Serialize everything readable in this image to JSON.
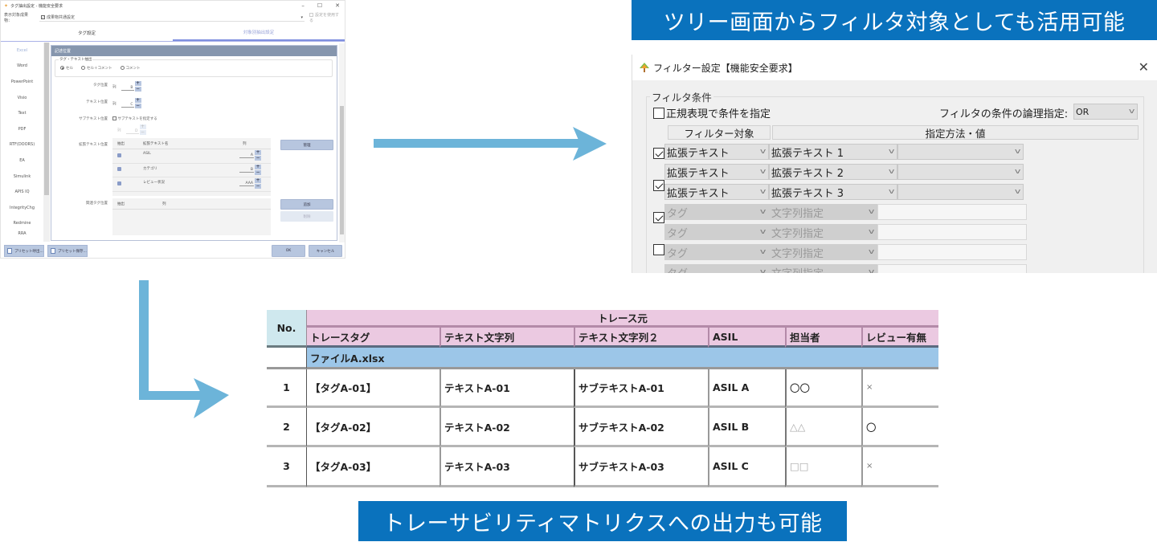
{
  "tag_settings_window": {
    "title": "タグ抽出設定 - 機能安全要求",
    "window_controls": {
      "minimize": "–",
      "maximize": "☐",
      "close": "✕"
    },
    "target_label": "表示対象成果物：",
    "target_value": "成果物共通設定",
    "use_setting_label": "設定を使用する",
    "tabs": [
      {
        "label": "タグ設定",
        "active": true
      },
      {
        "label": "対象別抽出設定",
        "active": false
      }
    ],
    "sidebar": {
      "items": [
        "Excel",
        "Word",
        "PowerPoint",
        "Visio",
        "Text",
        "PDF",
        "RTF(DOORS)",
        "EA",
        "Simulink",
        "APIS IQ",
        "IntegrityChg",
        "Redmine",
        "RRA"
      ],
      "active": "Excel"
    },
    "panel": {
      "header": "記述位置",
      "extract_group_label": "タグ・テキスト抽出",
      "radios": [
        {
          "label": "セル",
          "selected": true
        },
        {
          "label": "セル＋コメント",
          "selected": false
        },
        {
          "label": "コメント",
          "selected": false
        }
      ],
      "tag_position": {
        "label": "タグ位置",
        "col_label": "列",
        "value": "B"
      },
      "text_position": {
        "label": "テキスト位置",
        "col_label": "列",
        "value": "C"
      },
      "subtext_position": {
        "label": "サブテキスト位置",
        "checkbox_label": "サブテキストを指定する",
        "checked": false,
        "col_label": "列",
        "value": "D"
      },
      "ext_text": {
        "label": "拡張テキスト位置",
        "headers": [
          "抽出",
          "拡張テキスト名",
          "列"
        ],
        "rows": [
          {
            "checked": true,
            "name": "ASIL",
            "col": "A"
          },
          {
            "checked": true,
            "name": "カテゴリ",
            "col": "B"
          },
          {
            "checked": true,
            "name": "レビュー状況",
            "col": "AAA"
          }
        ],
        "manage_button": "管理"
      },
      "related_tag": {
        "label": "関連タグ位置",
        "headers": [
          "抽出",
          "列"
        ],
        "add_button": "追加",
        "delete_button": "削除"
      }
    },
    "footer": {
      "preset_load": "プリセット呼出...",
      "preset_save": "プリセット保存...",
      "ok": "OK",
      "cancel": "キャンセル"
    }
  },
  "banner_top": "ツリー画面からフィルタ対象としても活用可能",
  "filter_dialog": {
    "title": "フィルター設定【機能安全要求】",
    "close": "✕",
    "group_label": "フィルタ条件",
    "regex_label": "正規表現で条件を指定",
    "regex_checked": false,
    "logic_label": "フィルタの条件の論理指定:",
    "logic_value": "OR",
    "col_headers": [
      "フィルター対象",
      "指定方法・値"
    ],
    "rows": [
      {
        "checked": true,
        "target": "拡張テキスト",
        "method": "拡張テキスト 1",
        "value": "",
        "enabled": true
      },
      {
        "checked": true,
        "target": "拡張テキスト",
        "method": "拡張テキスト 2",
        "value": "",
        "enabled": true
      },
      {
        "checked": true,
        "target": "拡張テキスト",
        "method": "拡張テキスト 3",
        "value": "",
        "enabled": true
      },
      {
        "checked": false,
        "target": "タグ",
        "method": "文字列指定",
        "value": "",
        "enabled": false
      },
      {
        "checked": false,
        "target": "タグ",
        "method": "文字列指定",
        "value": "",
        "enabled": false
      },
      {
        "checked": false,
        "target": "タグ",
        "method": "文字列指定",
        "value": "",
        "enabled": false
      },
      {
        "checked": false,
        "target": "タグ",
        "method": "文字列指定",
        "value": "",
        "enabled": false
      }
    ]
  },
  "matrix": {
    "no_header": "No.",
    "group_header": "トレース元",
    "columns": [
      "トレースタグ",
      "テキスト文字列",
      "テキスト文字列２",
      "ASIL",
      "担当者",
      "レビュー有無"
    ],
    "file_row": "ファイルA.xlsx",
    "rows": [
      {
        "no": "1",
        "cells": [
          "【タグA-01】",
          "テキストA-01",
          "サブテキストA-01",
          "ASIL A",
          "〇〇",
          "×"
        ]
      },
      {
        "no": "2",
        "cells": [
          "【タグA-02】",
          "テキストA-02",
          "サブテキストA-02",
          "ASIL B",
          "△△",
          "〇"
        ]
      },
      {
        "no": "3",
        "cells": [
          "【タグA-03】",
          "テキストA-03",
          "サブテキストA-03",
          "ASIL C",
          "□□",
          "×"
        ]
      }
    ],
    "colors": {
      "no_header_bg": "#cfe8ee",
      "header_bg": "#ebc9e1",
      "header_line": "#b38aa8",
      "file_row_bg": "#9cc6e8"
    }
  },
  "banner_bottom": "トレーサビリティマトリクスへの出力も可能",
  "colors": {
    "banner_bg": "#0a72bd",
    "arrow": "#6cb4d9"
  }
}
